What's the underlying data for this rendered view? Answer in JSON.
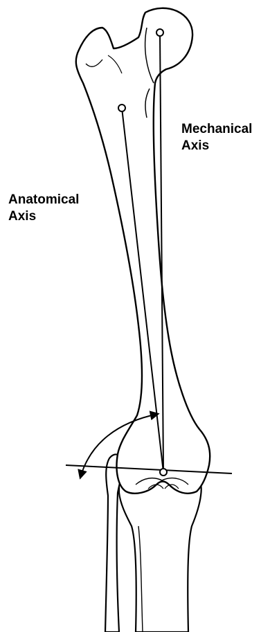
{
  "labels": {
    "mechanical_axis": {
      "line1": "Mechanical",
      "line2": "Axis"
    },
    "anatomical_axis": {
      "line1": "Anatomical",
      "line2": "Axis"
    }
  },
  "colors": {
    "bone_outline": "#000000",
    "bone_fill": "#ffffff",
    "axis_line": "#000000",
    "text": "#000000"
  },
  "icons": {
    "angle_arrow": "curved-double-arrow-icon",
    "axis_marker": "circle-point-icon"
  }
}
